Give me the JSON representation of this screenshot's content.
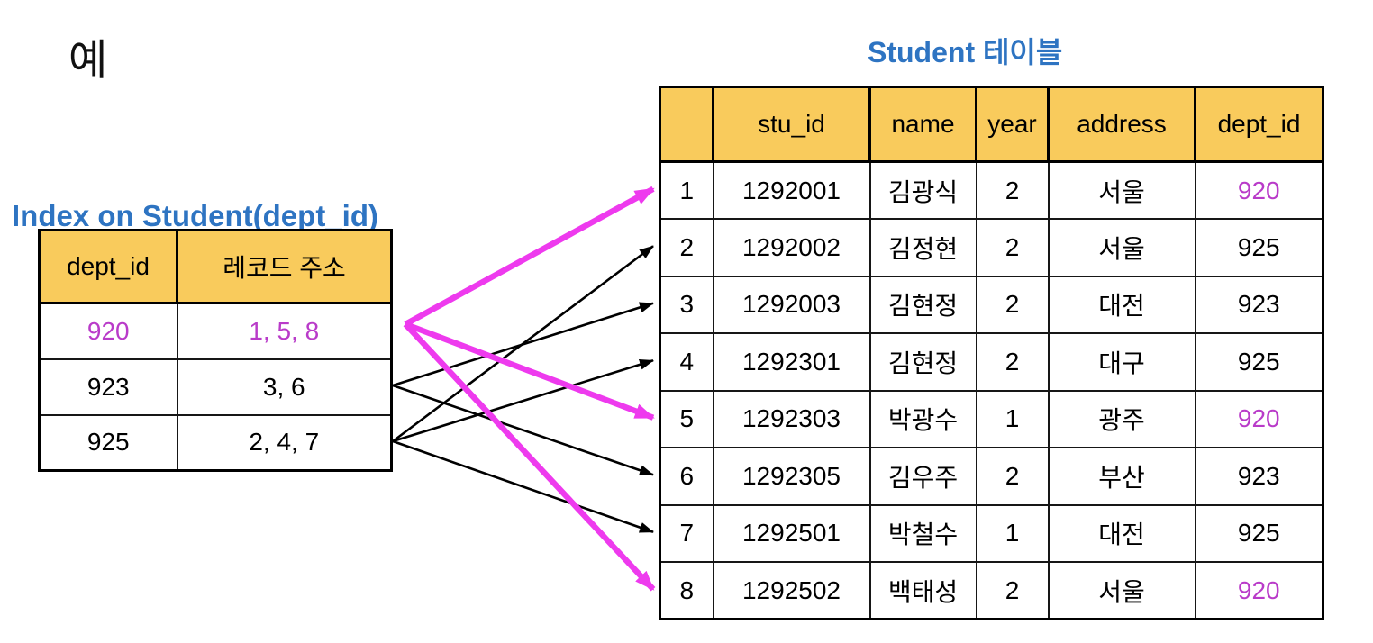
{
  "page": {
    "example_label": "예"
  },
  "index_table": {
    "label": "Index on Student(dept_id)",
    "headers": [
      "dept_id",
      "레코드 주소"
    ],
    "rows": [
      {
        "dept_id": "920",
        "addresses": "1, 5, 8",
        "highlight": true
      },
      {
        "dept_id": "923",
        "addresses": "3, 6",
        "highlight": false
      },
      {
        "dept_id": "925",
        "addresses": "2, 4, 7",
        "highlight": false
      }
    ]
  },
  "student_table": {
    "title": "Student 테이블",
    "headers": [
      "",
      "stu_id",
      "name",
      "year",
      "address",
      "dept_id"
    ],
    "rows": [
      {
        "row_no": "1",
        "stu_id": "1292001",
        "name": "김광식",
        "year": "2",
        "address": "서울",
        "dept_id": "920",
        "dept_highlight": true
      },
      {
        "row_no": "2",
        "stu_id": "1292002",
        "name": "김정현",
        "year": "2",
        "address": "서울",
        "dept_id": "925",
        "dept_highlight": false
      },
      {
        "row_no": "3",
        "stu_id": "1292003",
        "name": "김현정",
        "year": "2",
        "address": "대전",
        "dept_id": "923",
        "dept_highlight": false
      },
      {
        "row_no": "4",
        "stu_id": "1292301",
        "name": "김현정",
        "year": "2",
        "address": "대구",
        "dept_id": "925",
        "dept_highlight": false
      },
      {
        "row_no": "5",
        "stu_id": "1292303",
        "name": "박광수",
        "year": "1",
        "address": "광주",
        "dept_id": "920",
        "dept_highlight": true
      },
      {
        "row_no": "6",
        "stu_id": "1292305",
        "name": "김우주",
        "year": "2",
        "address": "부산",
        "dept_id": "923",
        "dept_highlight": false
      },
      {
        "row_no": "7",
        "stu_id": "1292501",
        "name": "박철수",
        "year": "1",
        "address": "대전",
        "dept_id": "925",
        "dept_highlight": false
      },
      {
        "row_no": "8",
        "stu_id": "1292502",
        "name": "백태성",
        "year": "2",
        "address": "서울",
        "dept_id": "920",
        "dept_highlight": true
      }
    ]
  },
  "arrows": [
    {
      "from_dept": "920",
      "to_record": 1,
      "style": "magenta"
    },
    {
      "from_dept": "920",
      "to_record": 5,
      "style": "magenta"
    },
    {
      "from_dept": "920",
      "to_record": 8,
      "style": "magenta"
    },
    {
      "from_dept": "923",
      "to_record": 3,
      "style": "black"
    },
    {
      "from_dept": "923",
      "to_record": 6,
      "style": "black"
    },
    {
      "from_dept": "925",
      "to_record": 2,
      "style": "black"
    },
    {
      "from_dept": "925",
      "to_record": 4,
      "style": "black"
    },
    {
      "from_dept": "925",
      "to_record": 7,
      "style": "black"
    }
  ],
  "colors": {
    "header_fill": "#F9CB5C",
    "title_blue": "#2E74C2",
    "magenta_text": "#B93BC9",
    "arrow_magenta": "#EE3AEE",
    "arrow_black": "#000000"
  }
}
